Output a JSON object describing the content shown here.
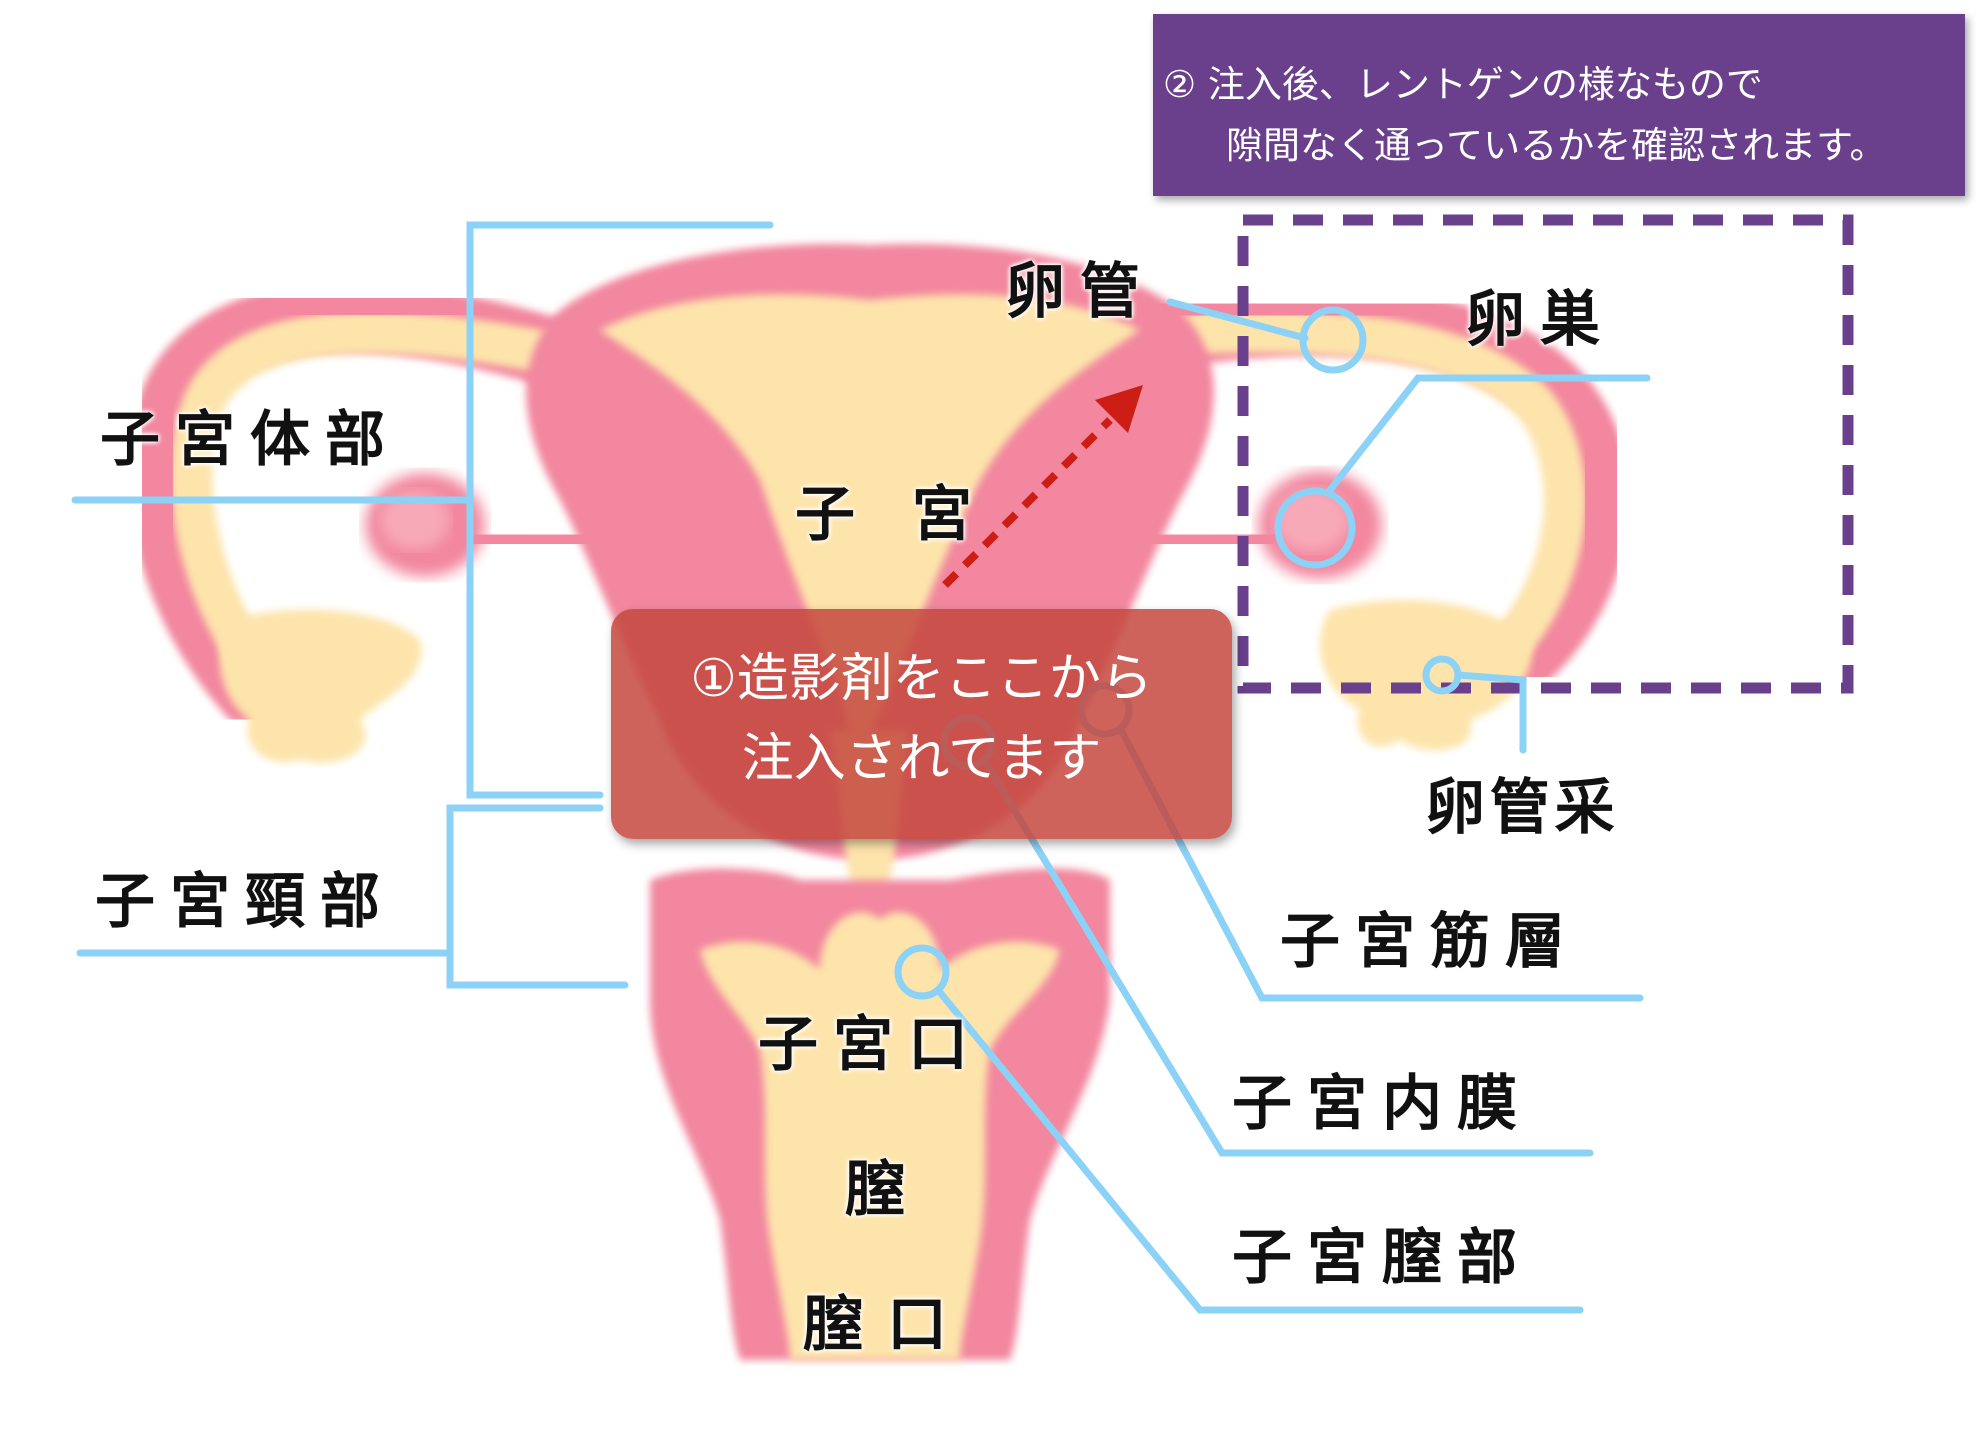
{
  "colors": {
    "pink": "#f2879f",
    "cream": "#fde4ab",
    "leader": "#8cd2f6",
    "purple": "#6a3f8c",
    "arrow": "#cc1e14"
  },
  "labels": {
    "uterine_body": "子宮体部",
    "cervix": "子宮頸部",
    "uterus": "子 宮",
    "oviduct": "卵管",
    "ovary": "卵巣",
    "fimbria": "卵管采",
    "myometrium": "子宮筋層",
    "endometrium": "子宮内膜",
    "vaginal_portion": "子宮膣部",
    "external_os": "子宮口",
    "vagina": "膣",
    "vaginal_opening": "膣口"
  },
  "notes": {
    "step1": {
      "line1": "①造影剤をここから",
      "line2": "注入されてます"
    },
    "step2": {
      "line1": "② 注入後、レントゲンの様なもので",
      "line2": "隙間なく通っているかを確認されます。"
    }
  }
}
